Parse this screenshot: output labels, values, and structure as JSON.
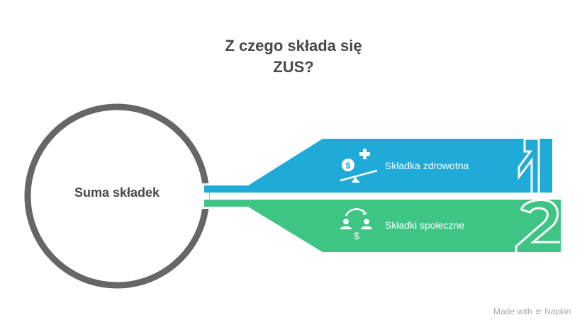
{
  "title": {
    "line1": "Z czego składa się",
    "line2": "ZUS?"
  },
  "center": {
    "label": "Suma składek",
    "stroke_color": "#666666"
  },
  "items": [
    {
      "number": "1",
      "label": "Składka zdrowotna",
      "icon": "money-scale-plus-icon",
      "color": "#20aad8"
    },
    {
      "number": "2",
      "label": "Składki społeczne",
      "icon": "people-exchange-dollar-icon",
      "color": "#3ec585"
    }
  ],
  "watermark": {
    "text": "Made with",
    "brand": "Napkin"
  }
}
